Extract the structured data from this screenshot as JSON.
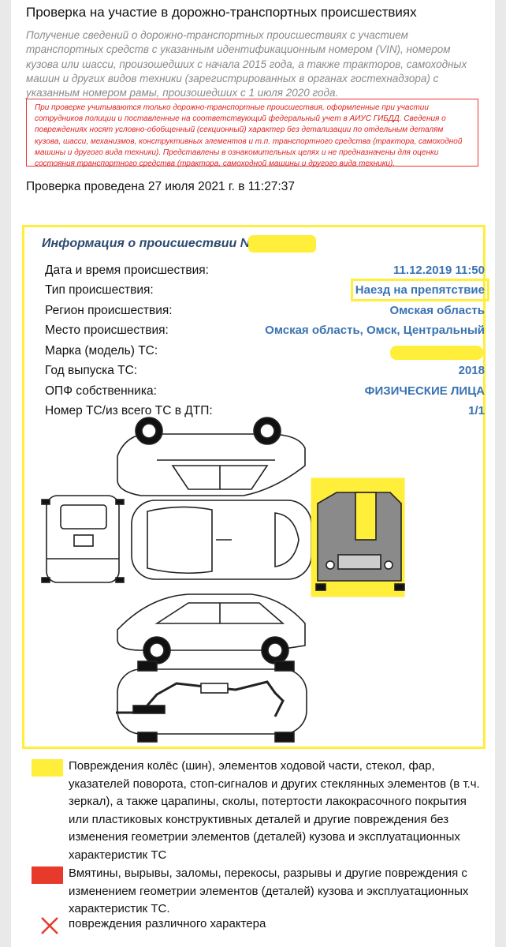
{
  "header": {
    "title": "Проверка на участие в дорожно-транспортных происшествиях",
    "description": "Получение сведений о дорожно-транспортных происшествиях с участием транспортных средств с указанным идентификационным номером (VIN), номером кузова или шасси, произошедших с начала 2015 года, а также тракторов, самоходных машин и других видов техники (зарегистрированных в органах гостехнадзора) с указанным номером рамы, произошедших с 1 июля 2020 года.",
    "notice": "При проверке учитываются только дорожно-транспортные происшествия, оформленные при участии сотрудников полиции и поставленные на соответствующий федеральный учет в АИУС ГИБДД. Сведения о повреждениях носят условно-обобщенный (секционный) характер без детализации по отдельным деталям кузова, шасси, механизмов, конструктивных элементов и т.п. транспортного средства (трактора, самоходной машины и другого вида техники). Представлены в ознакомительных целях и не предназначены для оценки состояния транспортного средства (трактора, самоходной машины и другого вида техники).",
    "checked_at": "Проверка проведена 27 июля 2021 г. в 11:27:37"
  },
  "accident": {
    "title": "Информация о происшествии №",
    "rows": [
      {
        "label": "Дата и время происшествия:",
        "value": "11.12.2019 11:50"
      },
      {
        "label": "Тип происшествия:",
        "value": "Наезд на препятствие"
      },
      {
        "label": "Регион происшествия:",
        "value": "Омская область"
      },
      {
        "label": "Место происшествия:",
        "value": "Омская область, Омск, Центральный"
      },
      {
        "label": "Марка (модель) ТС:",
        "value": ""
      },
      {
        "label": "Год выпуска ТС:",
        "value": "2018"
      },
      {
        "label": "ОПФ собственника:",
        "value": "ФИЗИЧЕСКИЕ ЛИЦА"
      },
      {
        "label": "Номер ТС/из всего ТС в ДТП:",
        "value": "1/1"
      }
    ]
  },
  "legend": {
    "yellow_text": "Повреждения колёс (шин), элементов ходовой части, стекол, фар, указателей поворота, стоп-сигналов и других стеклянных элементов (в т.ч. зеркал), а также царапины, сколы, потертости лакокрасочного покрытия или пластиковых конструктивных деталей и другие повреждения без изменения геометрии элементов (деталей) кузова и эксплуатационных характеристик ТС",
    "red_text": "Вмятины, вырывы, заломы, перекосы, разрывы и другие повреждения с изменением геометрии элементов (деталей) кузова и эксплуатационных характеристик ТС.",
    "cross_text": "повреждения различного характера"
  },
  "colors": {
    "highlight_yellow": "#ffee3a",
    "damage_red": "#e83a2a",
    "value_blue": "#3a73b3",
    "title_navy": "#2d4a6e"
  },
  "icons": {
    "cross": "cross-icon"
  }
}
